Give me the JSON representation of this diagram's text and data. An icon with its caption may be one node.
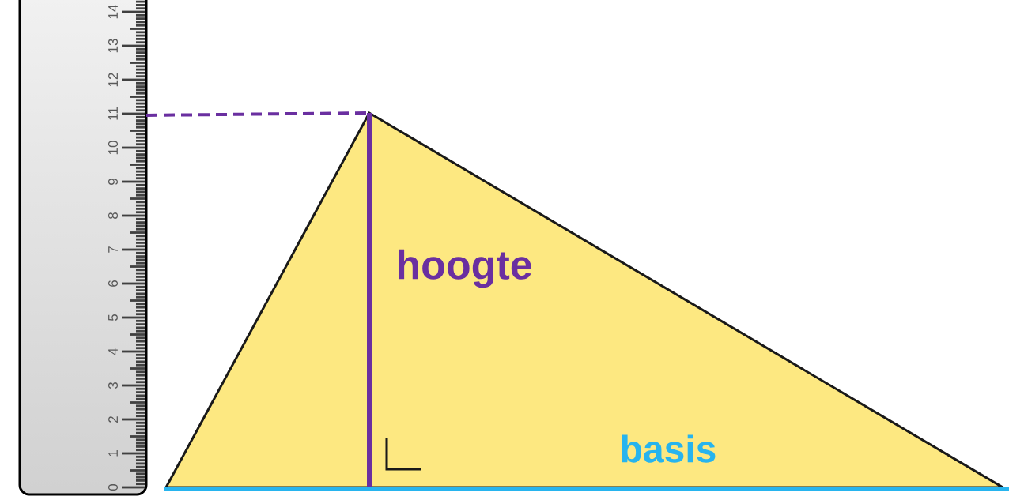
{
  "diagram": {
    "labels": [
      "0",
      "1",
      "2",
      "3",
      "4",
      "5",
      "6",
      "7",
      "8",
      "9",
      "10",
      "11",
      "12",
      "13",
      "14",
      "hoogte",
      "basis"
    ]
  }
}
